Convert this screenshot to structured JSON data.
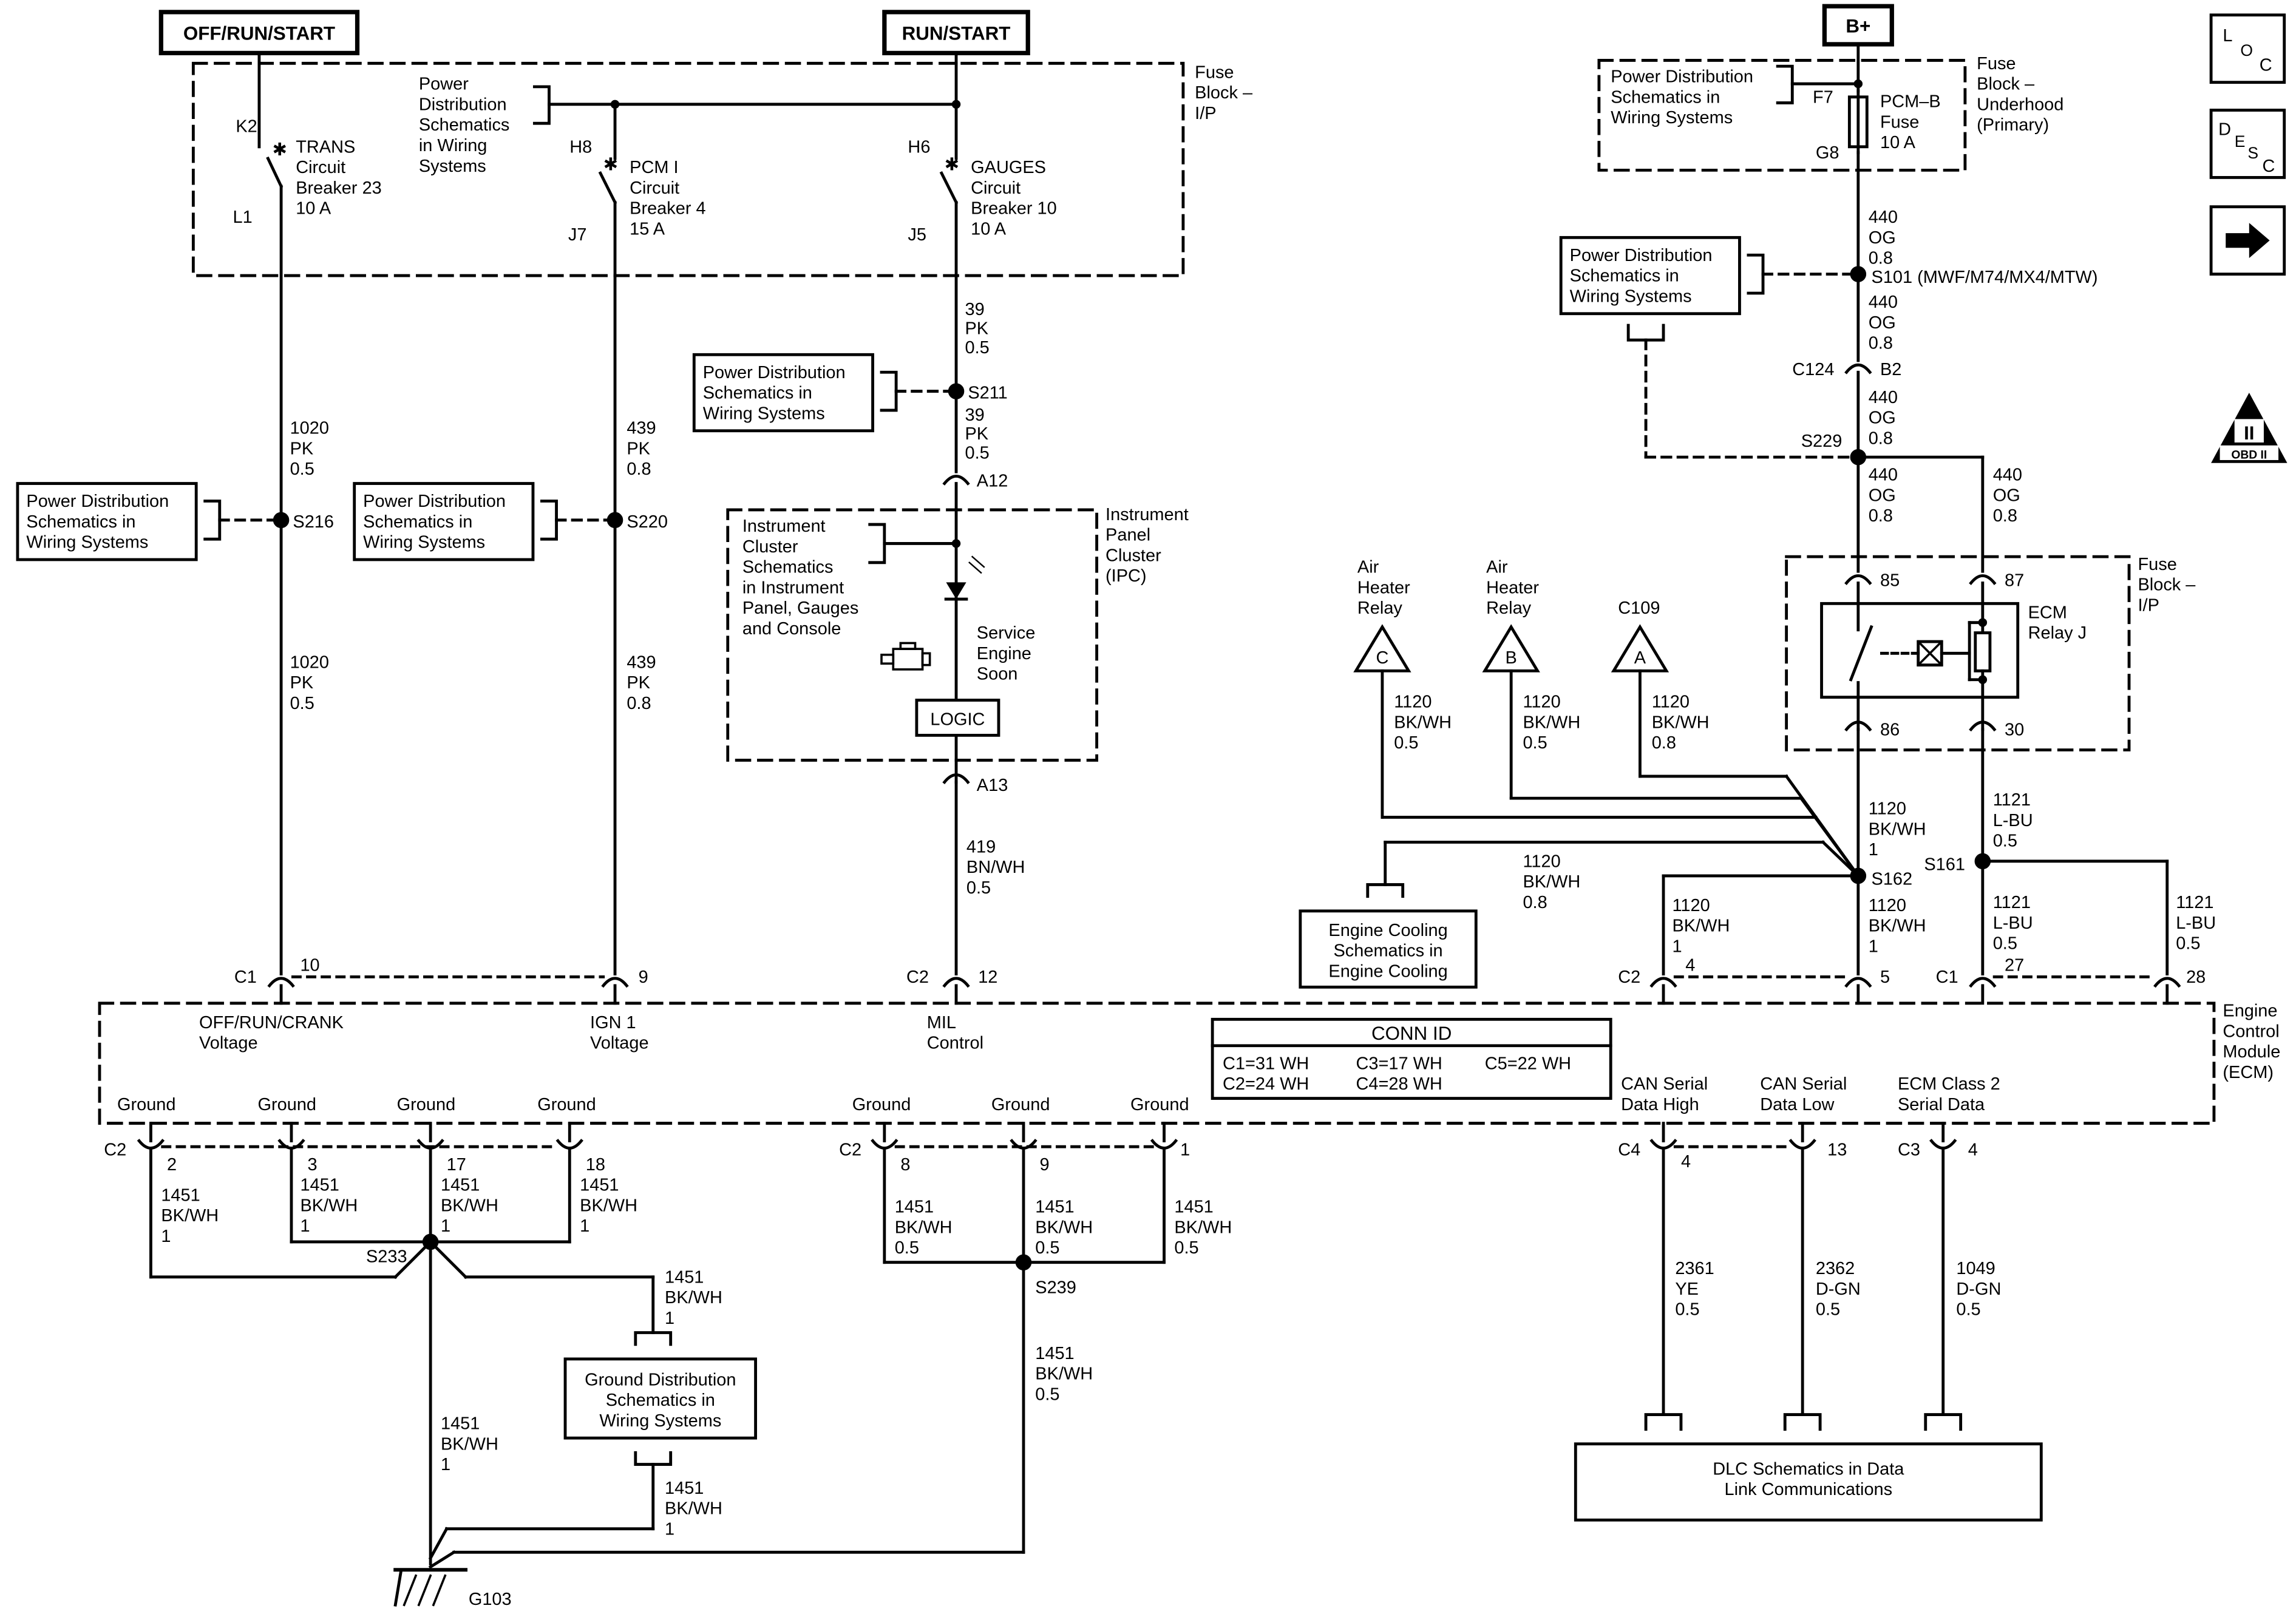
{
  "headers": {
    "off_run_start": "OFF/RUN/START",
    "run_start": "RUN/START",
    "b_plus": "B+"
  },
  "fuse_block_ip": {
    "label": [
      "Fuse",
      "Block –",
      "I/P"
    ],
    "pd_ref": [
      "Power",
      "Distribution",
      "Schematics",
      "in Wiring",
      "Systems"
    ],
    "k2": "K2",
    "l1": "L1",
    "trans": [
      "TRANS",
      "Circuit",
      "Breaker 23",
      "10 A"
    ],
    "h8": "H8",
    "j7": "J7",
    "pcm": [
      "PCM I",
      "Circuit",
      "Breaker 4",
      "15 A"
    ],
    "h6": "H6",
    "j5": "J5",
    "gauges": [
      "GAUGES",
      "Circuit",
      "Breaker 10",
      "10 A"
    ]
  },
  "underhood": {
    "label": [
      "Fuse",
      "Block –",
      "Underhood",
      "(Primary)"
    ],
    "pd_ref": [
      "Power Distribution",
      "Schematics in",
      "Wiring  Systems"
    ],
    "f7": "F7",
    "g8": "G8",
    "fuse": [
      "PCM–B",
      "Fuse",
      "10 A"
    ]
  },
  "pd_box": [
    "Power Distribution",
    "Schematics in",
    "Wiring  Systems"
  ],
  "splices": {
    "s216": "S216",
    "s220": "S220",
    "s211": "S211",
    "s101": "S101 (MWF/M74/MX4/MTW)",
    "s229": "S229",
    "s162": "S162",
    "s161": "S161",
    "s233": "S233",
    "s239": "S239"
  },
  "wires": {
    "w1020": [
      "1020",
      "PK",
      "0.5"
    ],
    "w439": [
      "439",
      "PK",
      "0.8"
    ],
    "w39": [
      "39",
      "PK",
      "0.5"
    ],
    "w419": [
      "419",
      "BN/WH",
      "0.5"
    ],
    "w440": [
      "440",
      "OG",
      "0.8"
    ],
    "w1120_05": [
      "1120",
      "BK/WH",
      "0.5"
    ],
    "w1120_08": [
      "1120",
      "BK/WH",
      "0.8"
    ],
    "w1120_1": [
      "1120",
      "BK/WH",
      "1"
    ],
    "w1121": [
      "1121",
      "L-BU",
      "0.5"
    ],
    "w1451_1": [
      "1451",
      "BK/WH",
      "1"
    ],
    "w1451_05": [
      "1451",
      "BK/WH",
      "0.5"
    ],
    "w2361": [
      "2361",
      "YE",
      "0.5"
    ],
    "w2362": [
      "2362",
      "D-GN",
      "0.5"
    ],
    "w1049": [
      "1049",
      "D-GN",
      "0.5"
    ]
  },
  "connectors": {
    "c1": "C1",
    "c2": "C2",
    "c3": "C3",
    "c4": "C4",
    "a12": "A12",
    "a13": "A13",
    "c124": "C124",
    "b2": "B2",
    "c109": "C109",
    "p10": "10",
    "p9": "9",
    "p12": "12",
    "p4": "4",
    "p5": "5",
    "p27": "27",
    "p28": "28",
    "p2": "2",
    "p3": "3",
    "p17": "17",
    "p18": "18",
    "p8": "8",
    "p1": "1",
    "p13": "13",
    "p85": "85",
    "p87": "87",
    "p86": "86",
    "p30": "30"
  },
  "ipc": {
    "label": [
      "Instrument",
      "Panel",
      "Cluster",
      "(IPC)"
    ],
    "ref": [
      "Instrument",
      "Cluster",
      "Schematics",
      "in Instrument",
      "Panel, Gauges",
      "and Console"
    ],
    "ses": [
      "Service",
      "Engine",
      "Soon"
    ],
    "logic": "LOGIC"
  },
  "relays": {
    "air_c": [
      "Air",
      "Heater",
      "Relay"
    ],
    "air_b": [
      "Air",
      "Heater",
      "Relay"
    ],
    "tri_c": "C",
    "tri_b": "B",
    "tri_a": "A",
    "fuse_block": [
      "Fuse",
      "Block –",
      "I/P"
    ],
    "ecm_relay": [
      "ECM",
      "Relay J"
    ]
  },
  "engine_cooling": [
    "Engine Cooling",
    "Schematics in",
    "Engine Cooling"
  ],
  "ecm": {
    "label": [
      "Engine",
      "Control",
      "Module",
      "(ECM)"
    ],
    "off_run_crank": [
      "OFF/RUN/CRANK",
      "Voltage"
    ],
    "ign1": [
      "IGN 1",
      "Voltage"
    ],
    "mil": [
      "MIL",
      "Control"
    ],
    "can_high": [
      "CAN Serial",
      "Data High"
    ],
    "can_low": [
      "CAN Serial",
      "Data Low"
    ],
    "class2": [
      "ECM Class 2",
      "Serial Data"
    ],
    "ground": "Ground"
  },
  "conn_id": {
    "title": "CONN ID",
    "rows": [
      [
        "C1=31 WH",
        "C3=17 WH",
        "C5=22 WH"
      ],
      [
        "C2=24 WH",
        "C4=28 WH",
        ""
      ]
    ]
  },
  "ground_dist": [
    "Ground Distribution",
    "Schematics in",
    "Wiring Systems"
  ],
  "dlc": [
    "DLC Schematics in Data",
    "Link Communications"
  ],
  "ground_point": "G103",
  "side_icons": {
    "loc": [
      "L",
      "O",
      "C"
    ],
    "desc": [
      "D",
      "E",
      "S",
      "C"
    ],
    "obd": [
      "II",
      "OBD II"
    ]
  }
}
